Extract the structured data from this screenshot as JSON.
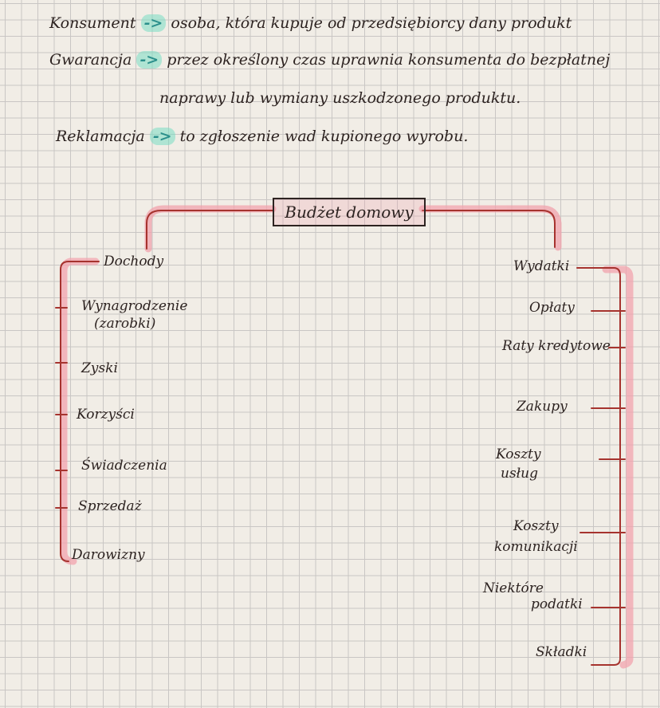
{
  "definitions": [
    {
      "term": "Konsument",
      "arrow": "->",
      "text": "osoba, która kupuje od przedsiębiorcy dany produkt"
    },
    {
      "term": "Gwarancja",
      "arrow": "->",
      "text": "przez określony czas uprawnia konsumenta do bezpłatnej",
      "text2": "naprawy lub wymiany uszkodzonego produktu."
    },
    {
      "term": "Reklamacja",
      "arrow": "->",
      "text": "to zgłoszenie wad kupionego wyrobu."
    }
  ],
  "diagram": {
    "title": "Budżet domowy",
    "left_header": "Dochody",
    "left_items": [
      "Wynagrodzenie",
      "(zarobki)",
      "Zyski",
      "Korzyści",
      "Świadczenia",
      "Sprzedaż",
      "Darowizny"
    ],
    "right_header": "Wydatki",
    "right_items": [
      "Opłaty",
      "Raty kredytowe",
      "Zakupy",
      "Koszty",
      "usług",
      "Koszty",
      "komunikacji",
      "Niektóre",
      "podatki",
      "Składki"
    ]
  },
  "colors": {
    "paper": "#f1ede6",
    "grid": "#c9c6c4",
    "ink": "#2d2321",
    "red_ink": "#a6332e",
    "pink_highlight": "#f2a3ad",
    "green_highlight": "#78dcc3"
  }
}
